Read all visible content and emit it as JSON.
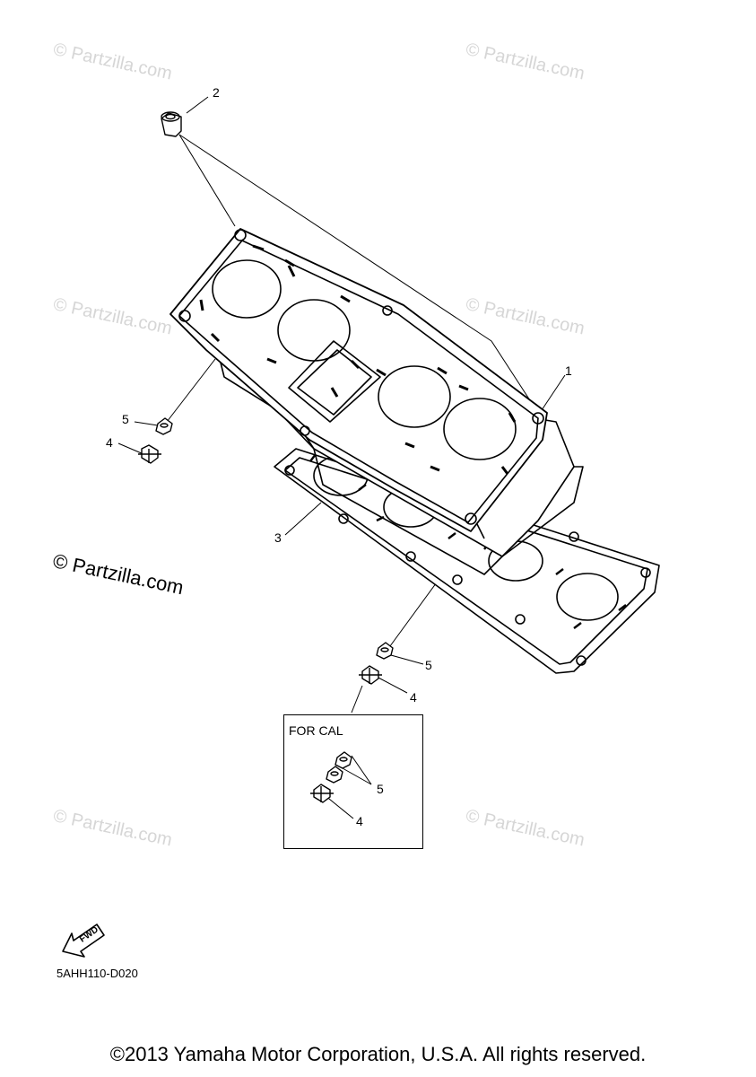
{
  "callouts": [
    "1",
    "2",
    "3",
    "4",
    "5",
    "5",
    "4",
    "5",
    "4"
  ],
  "watermark": "© Partzilla.com",
  "box_title": "FOR CAL",
  "fwd_label": "FWD",
  "diagram_code": "5AHH110-D020",
  "copyright": "©2013 Yamaha Motor Corporation, U.S.A. All rights reserved."
}
